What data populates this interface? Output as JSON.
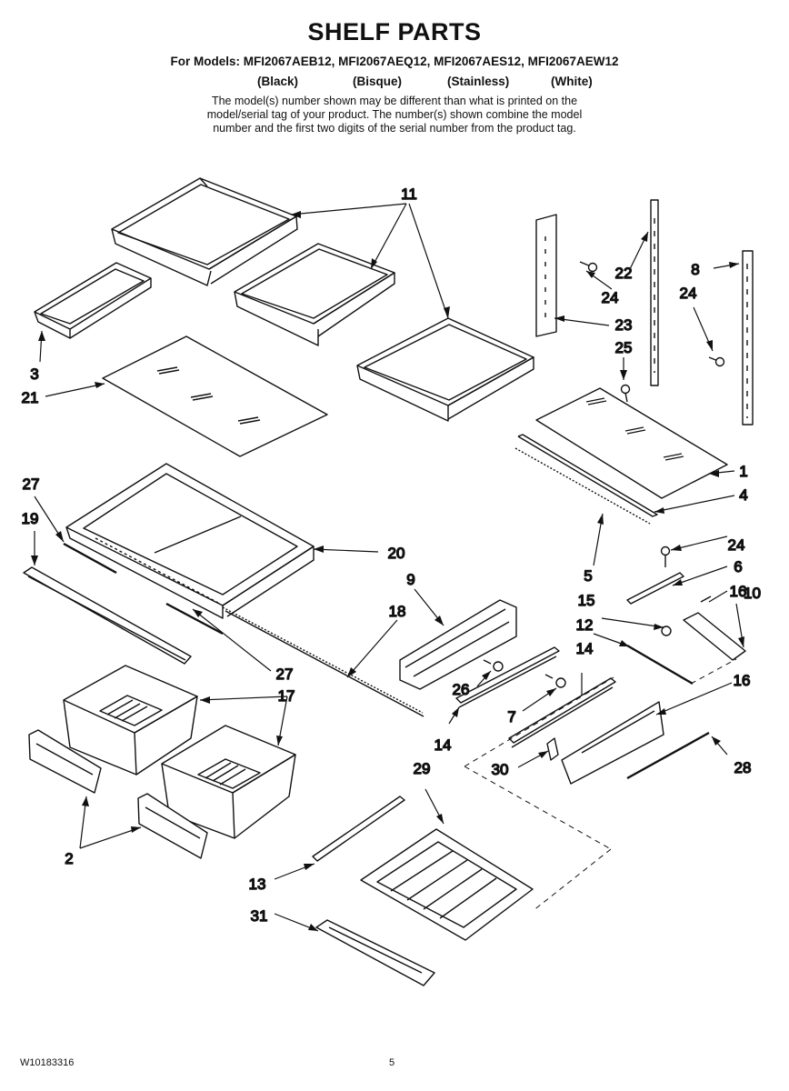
{
  "header": {
    "title": "SHELF PARTS",
    "models_line": "For Models: MFI2067AEB12, MFI2067AEQ12, MFI2067AES12, MFI2067AEW12",
    "colors": [
      "(Black)",
      "(Bisque)",
      "(Stainless)",
      "(White)"
    ],
    "note_lines": [
      "The model(s) number shown may be different than what is printed on the",
      "model/serial tag of your product. The number(s) shown combine the model",
      "number and the first two digits of the serial number from the product tag."
    ]
  },
  "callouts": [
    "11",
    "22",
    "8",
    "24",
    "24",
    "23",
    "25",
    "3",
    "21",
    "1",
    "4",
    "27",
    "19",
    "20",
    "24",
    "6",
    "9",
    "16",
    "10",
    "18",
    "15",
    "12",
    "14",
    "5",
    "27",
    "17",
    "26",
    "16",
    "7",
    "14",
    "29",
    "30",
    "28",
    "2",
    "13",
    "31"
  ],
  "footer": {
    "doc_number": "W10183316",
    "page_number": "5"
  },
  "colors": {
    "ink": "#111111",
    "paper": "#ffffff"
  }
}
